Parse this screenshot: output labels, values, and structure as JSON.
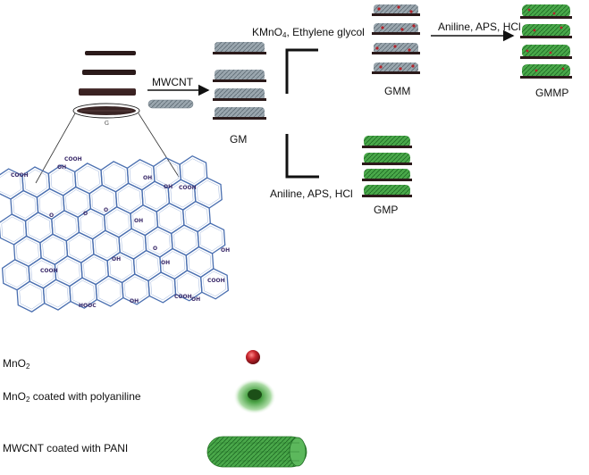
{
  "labels": {
    "mwcnt": "MWCNT",
    "g": "G",
    "gm": "GM",
    "reagent_top_main": "KMnO",
    "reagent_top_sub": "4",
    "reagent_top_rest": ", Ethylene glycol",
    "gmm": "GMM",
    "reagent_pani_top": "Aniline, APS, HCl",
    "gmmp": "GMMP",
    "reagent_pani_bottom": "Aniline, APS, HCl",
    "gmp": "GMP"
  },
  "graphene_groups": {
    "cooh": "COOH",
    "oh": "OH",
    "o": "O",
    "hooc": "HOOC"
  },
  "legend": {
    "mno2_main": "MnO",
    "mno2_sub": "2",
    "coated_main": "MnO",
    "coated_sub": "2",
    "coated_rest": " coated with polyaniline",
    "mwcnt_pani": "MWCNT coated with PANI"
  },
  "colors": {
    "graphene_sheet": "#2b1a1a",
    "nanotube_gray": "#8a96a0",
    "pani_green": "#3f9a3f",
    "mno2_red": "#b3232b",
    "lattice_blue": "#4a6fb0"
  }
}
